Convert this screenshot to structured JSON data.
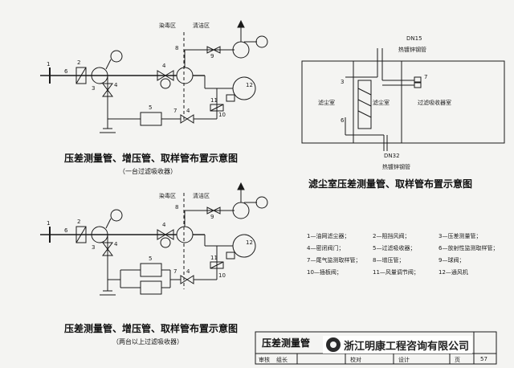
{
  "diagram1": {
    "title": "压差测量管、增压管、取样管布置示意图",
    "subtitle": "（一台过滤吸收器）",
    "zones": [
      "染毒区",
      "清洁区"
    ],
    "nums": [
      "1",
      "2",
      "3",
      "4",
      "5",
      "6",
      "7",
      "8",
      "9",
      "10",
      "11",
      "12"
    ]
  },
  "diagram2": {
    "title": "压差测量管、增压管、取样管布置示意图",
    "subtitle": "（两台以上过滤吸收器）",
    "zones": [
      "染毒区",
      "清洁区"
    ]
  },
  "room": {
    "title": "滤尘室压差测量管、取样管布置示意图",
    "labels": {
      "dn15": "DN15",
      "dn32": "DN32",
      "thermo": "热镀锌钢管",
      "filter_room": "滤尘室",
      "dust_room": "滤尘室",
      "absorber_room": "过滤吸收器室"
    }
  },
  "legend": [
    "1—油网滤尘器；",
    "2—阻挡风阀；",
    "3—压差测量管；",
    "4—密闭阀门；",
    "5—过滤吸收器；",
    "6—放射性监测取样管；",
    "7—尾气监测取样管；",
    "8—增压管；",
    "9—球阀；",
    "10—插板阀；",
    "11—风量调节阀；",
    "12—通风机"
  ],
  "title_block": {
    "header": "压差测量管",
    "row": [
      "审核",
      "组长",
      "校对",
      "设计",
      "页",
      "57"
    ],
    "page": "57"
  },
  "watermark": {
    "text": "浙江明康工程咨询有限公司"
  },
  "colors": {
    "ink": "#1a1a1a",
    "paper": "#f4f4f2"
  }
}
